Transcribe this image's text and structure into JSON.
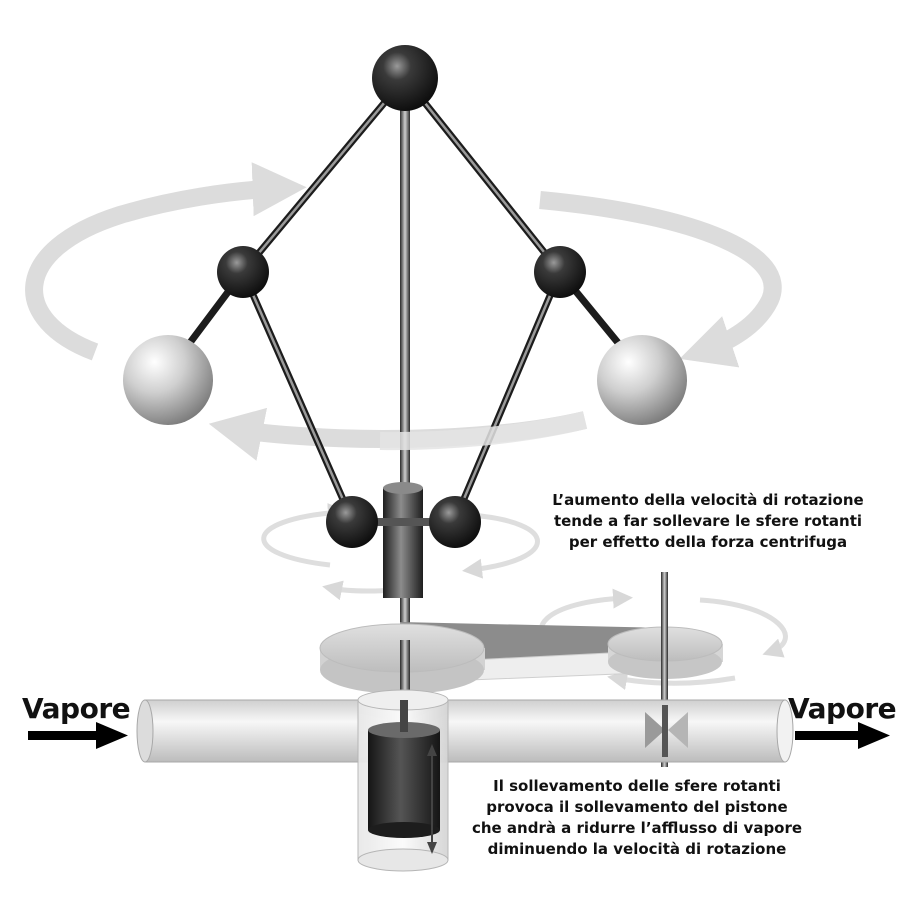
{
  "labels": {
    "steam_in": "Vapore",
    "steam_out": "Vapore"
  },
  "notes": {
    "centrifugal": [
      "L’aumento della velocità di rotazione",
      "tende a far sollevare le sfere rotanti",
      "per effetto della forza centrifuga"
    ],
    "piston": [
      "Il sollevamento delle sfere rotanti",
      "provoca il sollevamento del pistone",
      "che andrà a ridurre l’afflusso di vapore",
      "diminuendo la velocità di rotazione"
    ]
  },
  "colors": {
    "background": "#ffffff",
    "text": "#111111",
    "dark_ball": "#1a1a1a",
    "light_ball": "#bdbdbd",
    "rotation_arrow": "#d9d9d9",
    "pipe": "#e6e6e6",
    "piston": "#2a2a2a"
  }
}
